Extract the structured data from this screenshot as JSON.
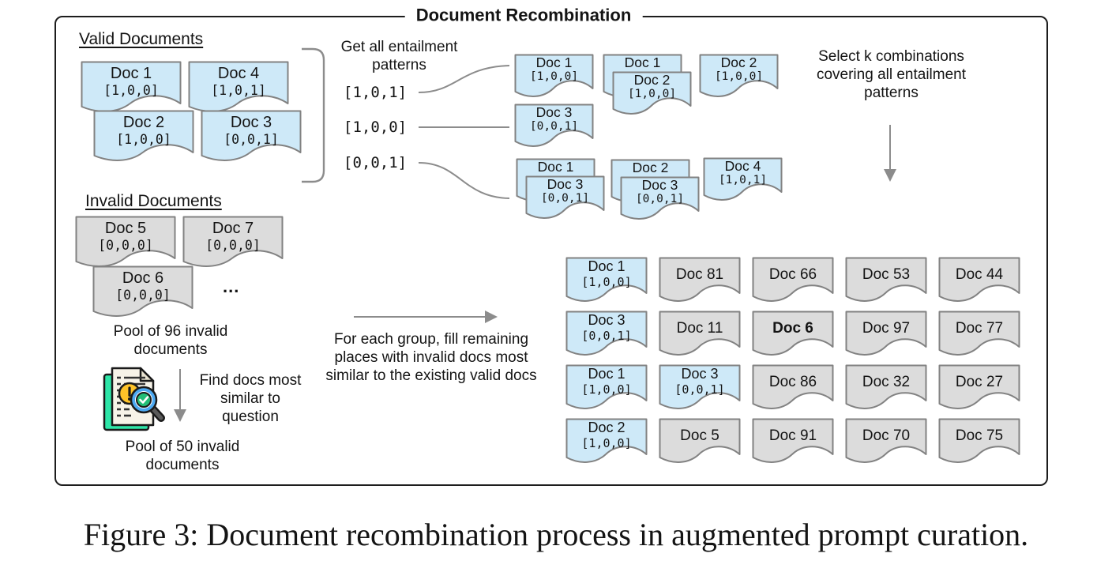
{
  "title": "Document Recombination",
  "caption": "Figure 3: Document recombination process in augmented prompt curation.",
  "colors": {
    "valid_doc_fill": "#cee9f8",
    "invalid_doc_fill": "#dcdcdc",
    "doc_border": "#828282",
    "arrow": "#8c8c8c",
    "box_border": "#1d1d1d"
  },
  "valid_section": {
    "heading": "Valid Documents",
    "docs": [
      {
        "name": "Doc 1",
        "pattern": "[1,0,0]"
      },
      {
        "name": "Doc 4",
        "pattern": "[1,0,1]"
      },
      {
        "name": "Doc 2",
        "pattern": "[1,0,0]"
      },
      {
        "name": "Doc 3",
        "pattern": "[0,0,1]"
      }
    ]
  },
  "invalid_section": {
    "heading": "Invalid Documents",
    "docs": [
      {
        "name": "Doc 5",
        "pattern": "[0,0,0]"
      },
      {
        "name": "Doc 7",
        "pattern": "[0,0,0]"
      },
      {
        "name": "Doc 6",
        "pattern": "[0,0,0]"
      }
    ],
    "ellipsis": "...",
    "pool_label": "Pool of 96 invalid documents"
  },
  "entailment_step": {
    "label": "Get all entailment patterns",
    "patterns": [
      "[1,0,1]",
      "[1,0,0]",
      "[0,0,1]"
    ]
  },
  "pattern_groups": {
    "row1": [
      {
        "front": {
          "name": "Doc 1",
          "pattern": "[1,0,0]"
        }
      },
      {
        "back": {
          "name": "Doc 1"
        },
        "front": {
          "name": "Doc 2",
          "pattern": "[1,0,0]"
        }
      },
      {
        "front": {
          "name": "Doc 2",
          "pattern": "[1,0,0]"
        }
      }
    ],
    "row2": [
      {
        "front": {
          "name": "Doc 3",
          "pattern": "[0,0,1]"
        }
      }
    ],
    "row3": [
      {
        "back": {
          "name": "Doc 1"
        },
        "front": {
          "name": "Doc 3",
          "pattern": "[0,0,1]"
        }
      },
      {
        "back": {
          "name": "Doc 2"
        },
        "front": {
          "name": "Doc 3",
          "pattern": "[0,0,1]"
        }
      },
      {
        "front": {
          "name": "Doc 4",
          "pattern": "[1,0,1]"
        }
      }
    ]
  },
  "select_step": {
    "label": "Select k combinations covering all entailment patterns"
  },
  "similarity_step": {
    "icon": "document-search-icon",
    "label": "Find docs most similar to question",
    "pool_label": "Pool of 50 invalid documents"
  },
  "fill_step": {
    "label": "For each group, fill remaining places with invalid docs most similar to the existing valid docs"
  },
  "grid": {
    "rows": [
      [
        {
          "name": "Doc 1",
          "pattern": "[1,0,0]",
          "valid": true
        },
        {
          "name": "Doc 81"
        },
        {
          "name": "Doc 66"
        },
        {
          "name": "Doc 53"
        },
        {
          "name": "Doc 44"
        }
      ],
      [
        {
          "name": "Doc 3",
          "pattern": "[0,0,1]",
          "valid": true
        },
        {
          "name": "Doc 11"
        },
        {
          "name": "Doc 6",
          "emphasis": true
        },
        {
          "name": "Doc 97"
        },
        {
          "name": "Doc 77"
        }
      ],
      [
        {
          "name": "Doc 1",
          "pattern": "[1,0,0]",
          "valid": true
        },
        {
          "name": "Doc 3",
          "pattern": "[0,0,1]",
          "valid": true
        },
        {
          "name": "Doc 86"
        },
        {
          "name": "Doc 32"
        },
        {
          "name": "Doc 27"
        }
      ],
      [
        {
          "name": "Doc 2",
          "pattern": "[1,0,0]",
          "valid": true
        },
        {
          "name": "Doc 5"
        },
        {
          "name": "Doc 91"
        },
        {
          "name": "Doc 70"
        },
        {
          "name": "Doc 75"
        }
      ]
    ]
  }
}
